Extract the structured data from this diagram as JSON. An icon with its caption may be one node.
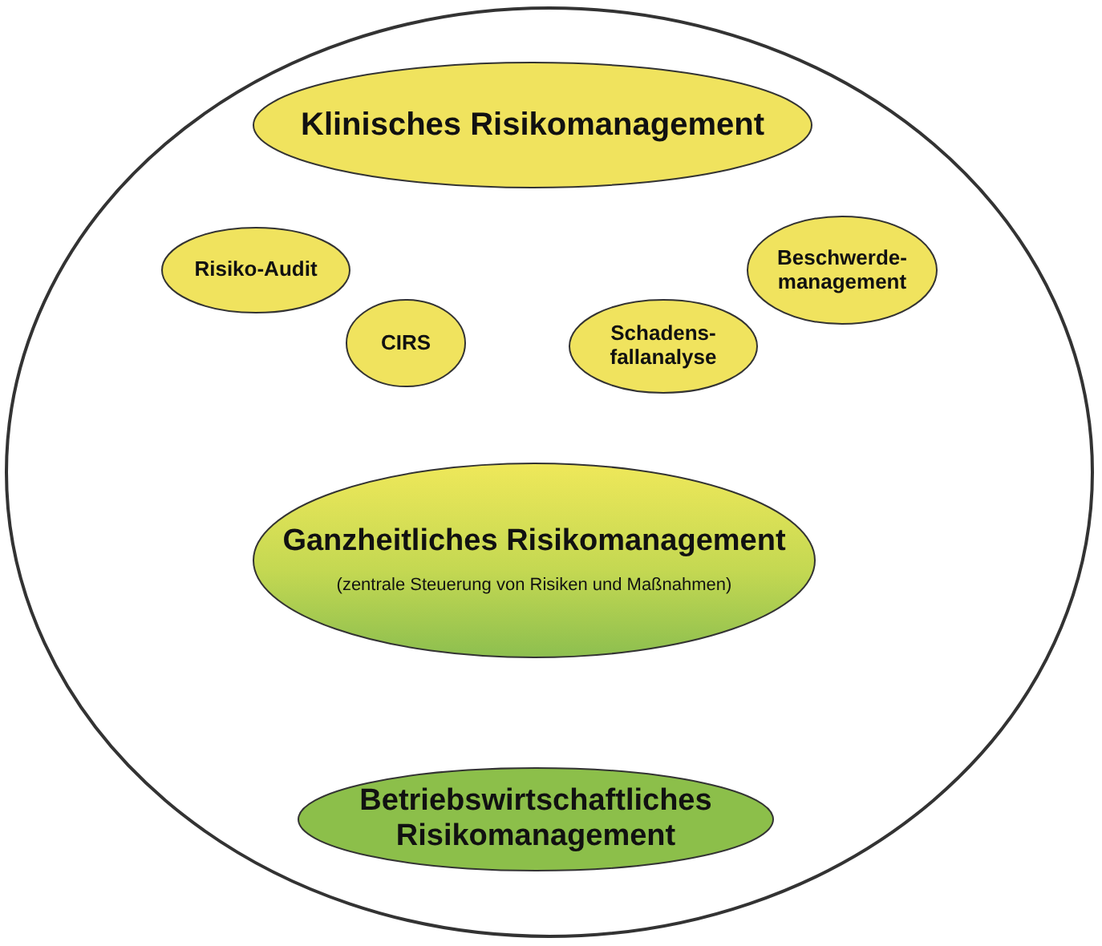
{
  "diagram": {
    "nodes": [
      {
        "text": [],
        "shape": "circle"
      },
      {
        "text": [
          "Klinisches Risikomanagement"
        ],
        "in": 0
      },
      {
        "text": [
          "Risiko-Audit"
        ],
        "in": 0
      },
      {
        "text": [
          "Beschwerde-management"
        ],
        "in": 0
      },
      {
        "text": [
          "CIRS"
        ],
        "in": 0
      },
      {
        "text": [
          "Schadens-fallanalyse"
        ],
        "in": 0
      },
      {
        "text": [
          "Ganzheitliches Risikomanagement",
          "(zentrale Steuerung von Risiken und Maßnahmen)"
        ],
        "in": 0
      },
      {
        "text": [
          "Betriebswirtschaftliches Risikomanagement"
        ],
        "in": 0
      }
    ],
    "edges": []
  }
}
